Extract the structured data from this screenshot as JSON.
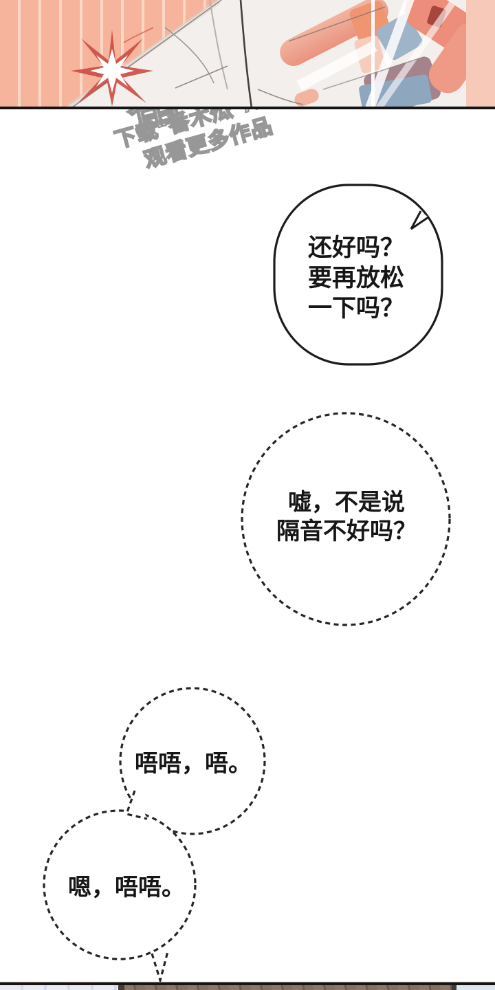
{
  "watermark": {
    "brand_chars": [
      "番",
      "木",
      "瓜"
    ],
    "caption_line1": "下载“番木瓜”APP",
    "caption_line2": "观看更多作品",
    "color": "#969696",
    "mascot": "papaya-detective-mascot"
  },
  "bubbles": [
    {
      "id": "bubble-1",
      "border": "solid",
      "lines": [
        "还好吗？",
        "要再放松",
        "一下吗？"
      ]
    },
    {
      "id": "bubble-2",
      "border": "dashed",
      "lines": [
        "嘘，不是说",
        "隔音不好吗？"
      ]
    },
    {
      "id": "bubble-3",
      "border": "dashed",
      "lines": [
        "唔唔，唔。"
      ]
    },
    {
      "id": "bubble-4",
      "border": "dashed",
      "lines": [
        "嗯，唔唔。"
      ]
    }
  ],
  "top_panel": {
    "colors": {
      "peach": "#f6b49c",
      "peach_stripe": "#fbd7c6",
      "fabric": "#f3efec",
      "salmon": "#e9937f",
      "orange": "#ef9572",
      "mauve": "#a5838c",
      "blue_grey": "#9fb4c9",
      "skin": "#f6cdbd",
      "dark_red": "#a8463e",
      "burst_red": "#cc4b43",
      "line": "#45403e"
    }
  },
  "bottom_panel": {
    "colors": {
      "lavender": "#e9eaf4",
      "wood": "#8d7668",
      "wood_dark": "#6e5a4e",
      "edge": "#463c38",
      "pale_blue": "#dce7ef",
      "black_bar": "#171512"
    }
  }
}
